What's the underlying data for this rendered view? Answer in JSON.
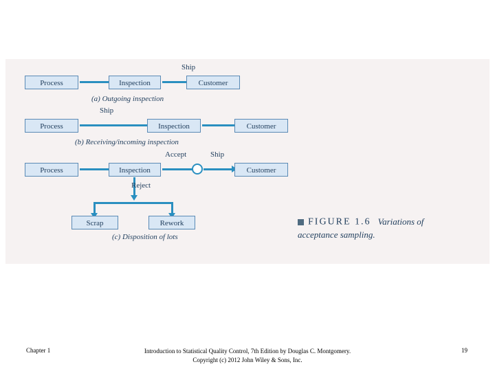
{
  "figure": {
    "title_number": "FIGURE 1.6",
    "title_desc_line1": "Variations of",
    "title_desc_line2": "acceptance sampling.",
    "diagrams": [
      {
        "id": "a",
        "caption": "(a) Outgoing inspection",
        "nodes": [
          "Process",
          "Inspection",
          "Customer"
        ],
        "edge_labels": [
          "Ship"
        ]
      },
      {
        "id": "b",
        "caption": "(b) Receiving/incoming inspection",
        "nodes": [
          "Process",
          "Inspection",
          "Customer"
        ],
        "edge_labels": [
          "Ship"
        ]
      },
      {
        "id": "c",
        "caption": "(c) Disposition of lots",
        "nodes": [
          "Process",
          "Inspection",
          "Customer",
          "Scrap",
          "Rework"
        ],
        "edge_labels": [
          "Accept",
          "Ship",
          "Reject"
        ]
      }
    ]
  },
  "footer": {
    "chapter": "Chapter 1",
    "credit_line1": "Introduction to Statistical Quality Control, 7th Edition by Douglas C. Montgomery.",
    "credit_line2": "Copyright (c) 2012  John Wiley & Sons, Inc.",
    "page": "19"
  },
  "colors": {
    "node_fill": "#d9e7f5",
    "node_border": "#5a8ab5",
    "arrow": "#2a8fc0",
    "panel_bg": "#f6f2f2",
    "text": "#1f3d5c"
  }
}
